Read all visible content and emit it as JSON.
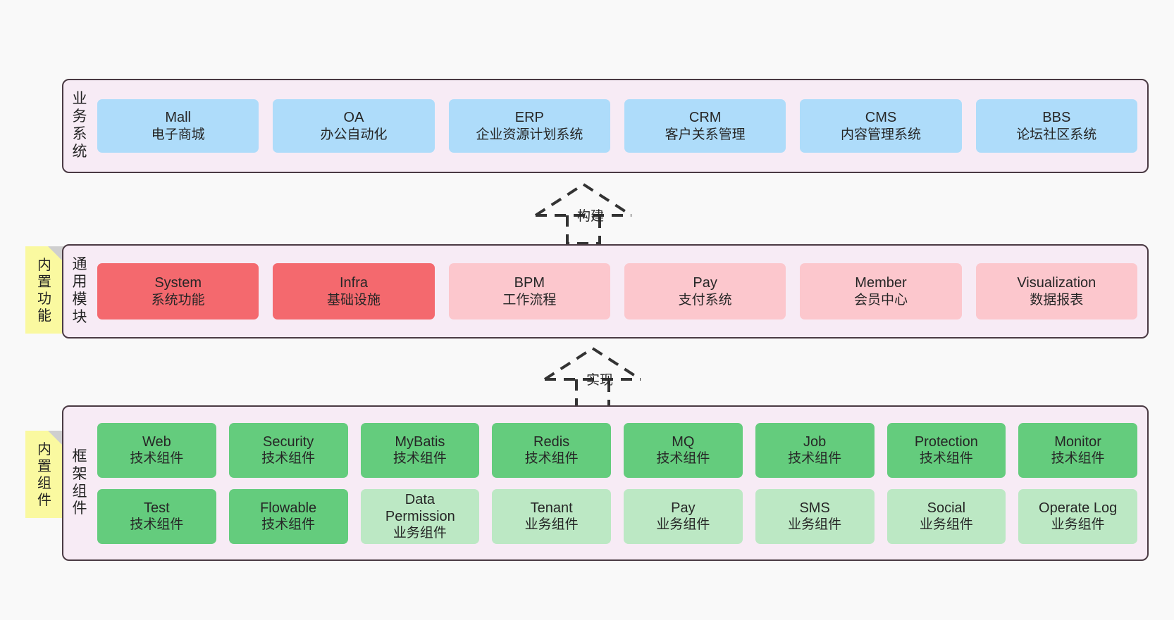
{
  "diagram": {
    "background_color": "#F9F9F9",
    "panel_bg": "#F7EBF5",
    "panel_border": "#4A3A43"
  },
  "layers": [
    {
      "id": "business-system",
      "title_chars": [
        "业",
        "务",
        "系",
        "统"
      ],
      "rows": [
        {
          "cells": [
            {
              "name": "Mall",
              "sub": "电子商城",
              "color": "#AEDCFA",
              "style": "c-blue"
            },
            {
              "name": "OA",
              "sub": "办公自动化",
              "color": "#AEDCFA",
              "style": "c-blue"
            },
            {
              "name": "ERP",
              "sub": "企业资源计划系统",
              "color": "#AEDCFA",
              "style": "c-blue"
            },
            {
              "name": "CRM",
              "sub": "客户关系管理",
              "color": "#AEDCFA",
              "style": "c-blue"
            },
            {
              "name": "CMS",
              "sub": "内容管理系统",
              "color": "#AEDCFA",
              "style": "c-blue"
            },
            {
              "name": "BBS",
              "sub": "论坛社区系统",
              "color": "#AEDCFA",
              "style": "c-blue"
            }
          ]
        }
      ]
    },
    {
      "id": "common-module",
      "title_chars": [
        "通",
        "用",
        "模",
        "块"
      ],
      "sticky": {
        "chars": [
          "内",
          "置",
          "功",
          "能"
        ],
        "color": "#FAF9A0"
      },
      "rows": [
        {
          "cells": [
            {
              "name": "System",
              "sub": "系统功能",
              "color": "#F4696E",
              "style": "c-red"
            },
            {
              "name": "Infra",
              "sub": "基础设施",
              "color": "#F4696E",
              "style": "c-red"
            },
            {
              "name": "BPM",
              "sub": "工作流程",
              "color": "#FCC7CD",
              "style": "c-pink"
            },
            {
              "name": "Pay",
              "sub": "支付系统",
              "color": "#FCC7CD",
              "style": "c-pink"
            },
            {
              "name": "Member",
              "sub": "会员中心",
              "color": "#FCC7CD",
              "style": "c-pink"
            },
            {
              "name": "Visualization",
              "sub": "数据报表",
              "color": "#FCC7CD",
              "style": "c-pink"
            }
          ]
        }
      ]
    },
    {
      "id": "framework-component",
      "title_chars": [
        "框",
        "架",
        "组",
        "件"
      ],
      "sticky": {
        "chars": [
          "内",
          "置",
          "组",
          "件"
        ],
        "color": "#FAF9A0"
      },
      "rows": [
        {
          "cells": [
            {
              "name": "Web",
              "sub": "技术组件",
              "color": "#64CC7D",
              "style": "c-green"
            },
            {
              "name": "Security",
              "sub": "技术组件",
              "color": "#64CC7D",
              "style": "c-green"
            },
            {
              "name": "MyBatis",
              "sub": "技术组件",
              "color": "#64CC7D",
              "style": "c-green"
            },
            {
              "name": "Redis",
              "sub": "技术组件",
              "color": "#64CC7D",
              "style": "c-green"
            },
            {
              "name": "MQ",
              "sub": "技术组件",
              "color": "#64CC7D",
              "style": "c-green"
            },
            {
              "name": "Job",
              "sub": "技术组件",
              "color": "#64CC7D",
              "style": "c-green"
            },
            {
              "name": "Protection",
              "sub": "技术组件",
              "color": "#64CC7D",
              "style": "c-green"
            },
            {
              "name": "Monitor",
              "sub": "技术组件",
              "color": "#64CC7D",
              "style": "c-green"
            }
          ]
        },
        {
          "cells": [
            {
              "name": "Test",
              "sub": "技术组件",
              "color": "#64CC7D",
              "style": "c-green"
            },
            {
              "name": "Flowable",
              "sub": "技术组件",
              "color": "#64CC7D",
              "style": "c-green"
            },
            {
              "name": "Data Permission",
              "sub": "业务组件",
              "color": "#BCE8C4",
              "style": "c-lgreen"
            },
            {
              "name": "Tenant",
              "sub": "业务组件",
              "color": "#BCE8C4",
              "style": "c-lgreen"
            },
            {
              "name": "Pay",
              "sub": "业务组件",
              "color": "#BCE8C4",
              "style": "c-lgreen"
            },
            {
              "name": "SMS",
              "sub": "业务组件",
              "color": "#BCE8C4",
              "style": "c-lgreen"
            },
            {
              "name": "Social",
              "sub": "业务组件",
              "color": "#BCE8C4",
              "style": "c-lgreen"
            },
            {
              "name": "Operate Log",
              "sub": "业务组件",
              "color": "#BCE8C4",
              "style": "c-lgreen"
            }
          ]
        }
      ]
    }
  ],
  "connectors": [
    {
      "id": "build",
      "label": "构建",
      "style": "dashed-hollow-arrow-up"
    },
    {
      "id": "implement",
      "label": "实现",
      "style": "dashed-hollow-arrow-up"
    }
  ]
}
